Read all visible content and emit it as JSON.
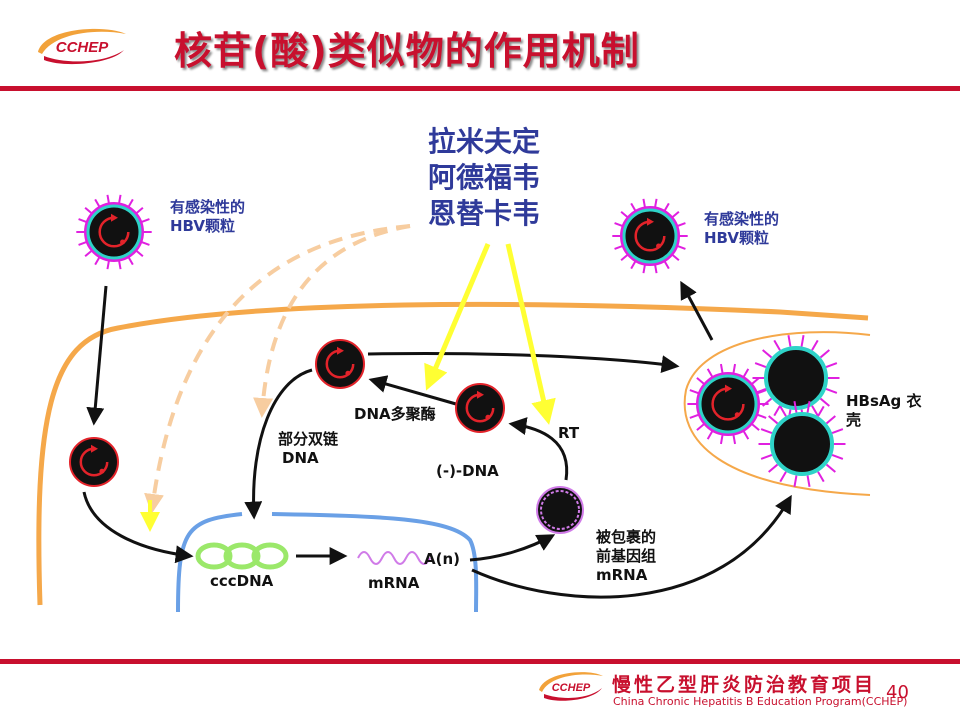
{
  "header": {
    "logo_text": "CCHEP",
    "title": "核苷(酸)类似物的作用机制"
  },
  "diagram": {
    "drugs": [
      "拉米夫定",
      "阿德福韦",
      "恩替卡韦"
    ],
    "infectious_left": [
      "有感染性的",
      "HBV颗粒"
    ],
    "infectious_right": [
      "有感染性的",
      "HBV颗粒"
    ],
    "partial_dsdna": [
      "部分双链",
      "DNA"
    ],
    "dna_polymerase": "DNA多聚酶",
    "minus_dna": "(-)-DNA",
    "rt": "RT",
    "hbsag": [
      "HBsAg 衣",
      "壳"
    ],
    "cccdna": "cccDNA",
    "mrna": "mRNA",
    "an": "A(n)",
    "pregenome": [
      "被包裹的",
      "前基因组",
      "mRNA"
    ]
  },
  "footer": {
    "logo_text": "CCHEP",
    "org_cn": "慢性乙型肝炎防治教育项目",
    "org_en": "China Chronic Hepatitis B Education Program(CCHEP)",
    "page_number": "40"
  },
  "colors": {
    "accent_red": "#c8102e",
    "label_blue": "#2f3a9a",
    "cell_orange": "#f5a84a",
    "nucleus_blue": "#6aa0e6",
    "drug_arrow_yellow": "#ffff33",
    "capsid_cyan": "#2ed3c8",
    "spike_magenta": "#e020e0",
    "cccdna_green": "#9be86a",
    "mrna_violet": "#d07be8"
  }
}
